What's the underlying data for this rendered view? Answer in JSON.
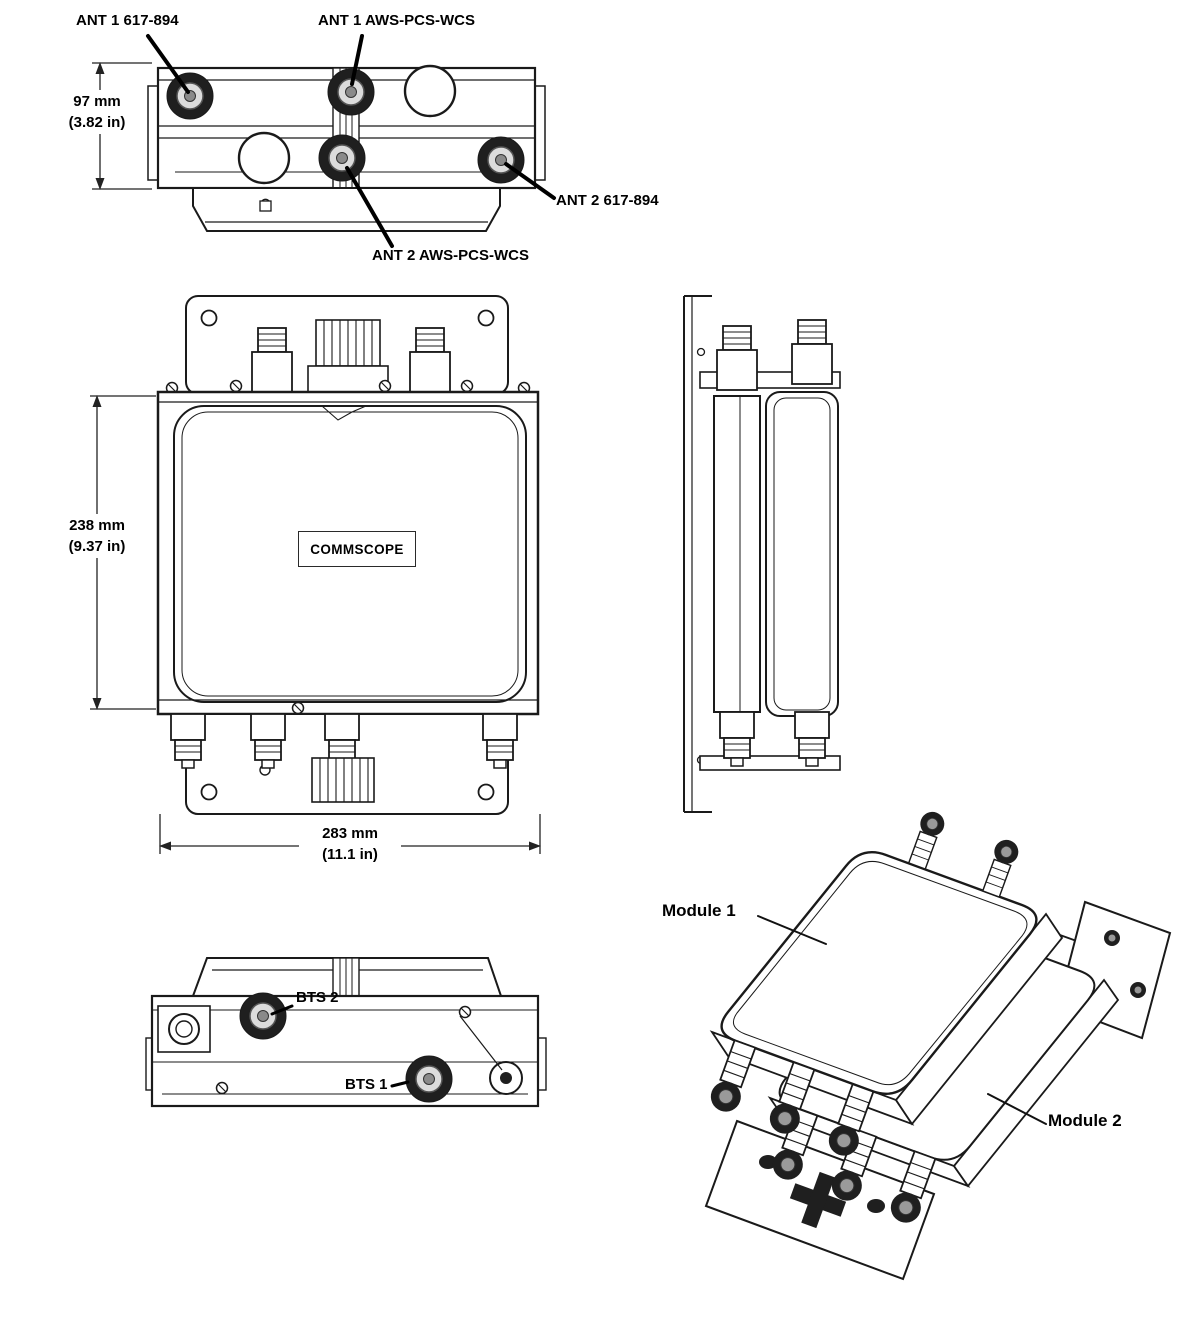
{
  "diagram": {
    "labels": {
      "ant1_617": "ANT 1 617-894",
      "ant1_aws": "ANT 1 AWS-PCS-WCS",
      "ant2_617": "ANT 2 617-894",
      "ant2_aws": "ANT 2 AWS-PCS-WCS",
      "bts2": "BTS 2",
      "bts1": "BTS 1",
      "module1": "Module 1",
      "module2": "Module 2",
      "brand": "COMMSCOPE"
    },
    "dimensions": {
      "top_height_mm": "97 mm",
      "top_height_in": "(3.82 in)",
      "front_height_mm": "238 mm",
      "front_height_in": "(9.37 in)",
      "front_width_mm": "283 mm",
      "front_width_in": "(11.1 in)"
    },
    "colors": {
      "line": "#1a1a1a",
      "background": "#ffffff",
      "connector_dark": "#1f1f1f",
      "connector_mid": "#8a8a8a"
    }
  }
}
